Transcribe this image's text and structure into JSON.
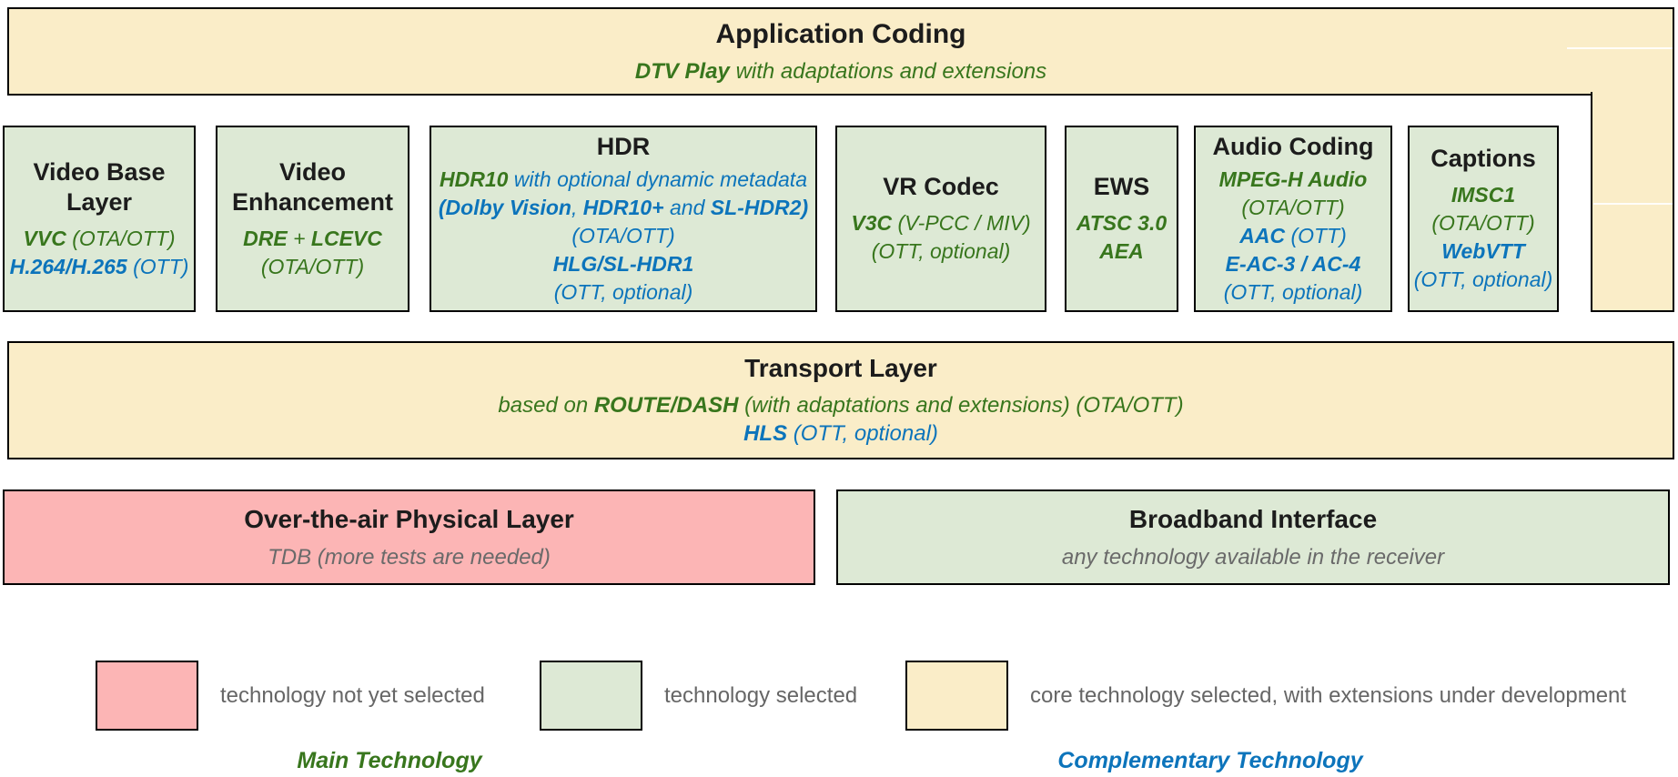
{
  "palette": {
    "core_yellow": "#FAEDC8",
    "selected_green": "#DDE9D5",
    "not_selected_pink": "#FCB5B5",
    "main_tech_text": "#38761D",
    "comp_tech_text": "#0C74BB",
    "title_text": "#1c1c1c",
    "muted_text": "#666666",
    "border": "#000000"
  },
  "app_coding": {
    "title": "Application Coding",
    "subtitle": [
      {
        "t": "DTV Play",
        "k": "main",
        "b": true
      },
      {
        "t": " with adaptations and extensions",
        "k": "main"
      }
    ]
  },
  "boxes": [
    {
      "title": "Video Base\nLayer",
      "lines": [
        [
          {
            "t": "VVC",
            "k": "main",
            "b": true
          },
          {
            "t": " (OTA/OTT)",
            "k": "main"
          }
        ],
        [
          {
            "t": "H.264/H.265",
            "k": "comp",
            "b": true
          },
          {
            "t": " (OTT)",
            "k": "comp"
          }
        ]
      ]
    },
    {
      "title": "Video\nEnhancement",
      "lines": [
        [
          {
            "t": "DRE",
            "k": "main",
            "b": true
          },
          {
            "t": " + ",
            "k": "main"
          },
          {
            "t": "LCEVC",
            "k": "main",
            "b": true
          }
        ],
        [
          {
            "t": "(OTA/OTT)",
            "k": "main"
          }
        ]
      ]
    },
    {
      "title": "HDR",
      "lines": [
        [
          {
            "t": "HDR10",
            "k": "main",
            "b": true
          },
          {
            "t": " with optional dynamic metadata",
            "k": "comp"
          }
        ],
        [
          {
            "t": "(Dolby Vision",
            "k": "comp",
            "b": true
          },
          {
            "t": ", ",
            "k": "comp"
          },
          {
            "t": "HDR10+",
            "k": "comp",
            "b": true
          },
          {
            "t": " and ",
            "k": "comp"
          },
          {
            "t": "SL-HDR2)",
            "k": "comp",
            "b": true
          }
        ],
        [
          {
            "t": "(OTA/OTT)",
            "k": "comp"
          }
        ],
        [
          {
            "t": "HLG/SL-HDR1",
            "k": "comp",
            "b": true
          }
        ],
        [
          {
            "t": "(OTT, optional)",
            "k": "comp"
          }
        ]
      ]
    },
    {
      "title": "VR Codec",
      "lines": [
        [
          {
            "t": "V3C",
            "k": "main",
            "b": true
          },
          {
            "t": " (V-PCC / MIV)",
            "k": "main"
          }
        ],
        [
          {
            "t": "(OTT, optional)",
            "k": "main"
          }
        ]
      ]
    },
    {
      "title": "EWS",
      "lines": [
        [
          {
            "t": "ATSC 3.0",
            "k": "main",
            "b": true
          }
        ],
        [
          {
            "t": "AEA",
            "k": "main",
            "b": true
          }
        ]
      ]
    },
    {
      "title": "Audio Coding",
      "lines": [
        [
          {
            "t": "MPEG-H Audio",
            "k": "main",
            "b": true
          }
        ],
        [
          {
            "t": "(OTA/OTT)",
            "k": "main"
          }
        ],
        [
          {
            "t": "AAC",
            "k": "comp",
            "b": true
          },
          {
            "t": " (OTT)",
            "k": "comp"
          }
        ],
        [
          {
            "t": "E-AC-3 / AC-4",
            "k": "comp",
            "b": true
          }
        ],
        [
          {
            "t": "(OTT, optional)",
            "k": "comp"
          }
        ]
      ]
    },
    {
      "title": "Captions",
      "lines": [
        [
          {
            "t": "IMSC1",
            "k": "main",
            "b": true
          }
        ],
        [
          {
            "t": "(OTA/OTT)",
            "k": "main"
          }
        ],
        [
          {
            "t": "WebVTT",
            "k": "comp",
            "b": true
          }
        ],
        [
          {
            "t": "(OTT, optional)",
            "k": "comp"
          }
        ]
      ]
    }
  ],
  "transport": {
    "title": "Transport Layer",
    "lines": [
      [
        {
          "t": "based on ",
          "k": "main"
        },
        {
          "t": "ROUTE/DASH",
          "k": "main",
          "b": true
        },
        {
          "t": " (with adaptations and extensions) (OTA/OTT)",
          "k": "main"
        }
      ],
      [
        {
          "t": "HLS",
          "k": "comp",
          "b": true
        },
        {
          "t": " (OTT, optional)",
          "k": "comp"
        }
      ]
    ]
  },
  "physical": {
    "title": "Over-the-air Physical Layer",
    "subtitle": "TDB (more tests are needed)"
  },
  "broadband": {
    "title": "Broadband Interface",
    "subtitle": "any technology available in the receiver"
  },
  "legend": {
    "items": [
      {
        "color": "#FCB5B5",
        "label": "technology not yet selected"
      },
      {
        "color": "#DDE9D5",
        "label": "technology selected"
      },
      {
        "color": "#FAEDC8",
        "label": "core technology selected, with extensions under development"
      }
    ],
    "main_caption": "Main Technology",
    "complementary_caption": "Complementary Technology"
  }
}
